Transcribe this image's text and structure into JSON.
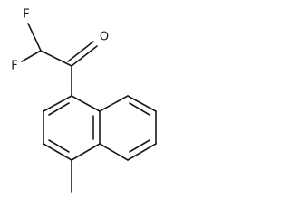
{
  "molecule": {
    "atoms": {
      "fluorine_1": "F",
      "fluorine_2": "F",
      "oxygen": "O"
    }
  }
}
